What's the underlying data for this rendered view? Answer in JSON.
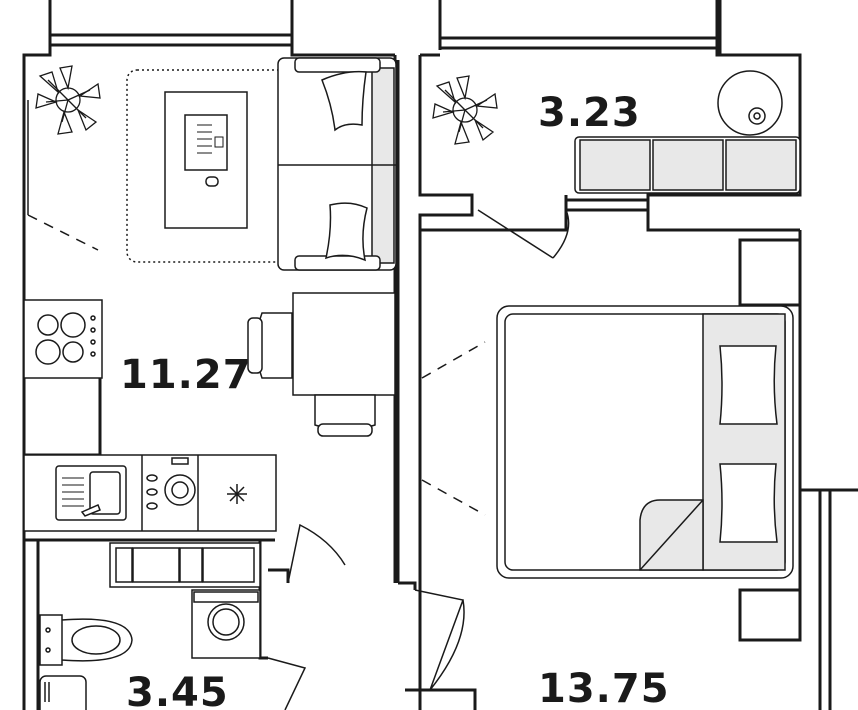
{
  "rooms": {
    "kitchen_living": {
      "area": "11.27"
    },
    "balcony": {
      "area": "3.23"
    },
    "bathroom": {
      "area": "3.45"
    },
    "bedroom": {
      "area": "13.75"
    }
  },
  "colors": {
    "wall": "#1a1a1a",
    "furniture_fill": "#e8e8e8",
    "furniture_stroke": "#1a1a1a",
    "background": "#ffffff"
  }
}
